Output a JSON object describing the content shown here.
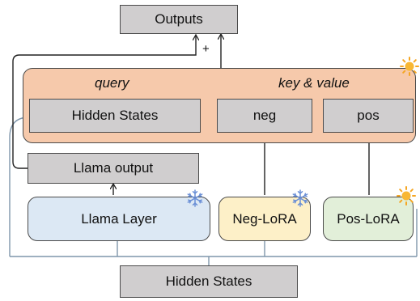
{
  "diagram": {
    "outputs_label": "Outputs",
    "plus_label": "+",
    "query_label": "query",
    "key_value_label": "key & value",
    "hidden_states_inner_label": "Hidden States",
    "neg_label": "neg",
    "pos_label": "pos",
    "llama_output_label": "Llama output",
    "llama_layer_label": "Llama Layer",
    "neg_lora_label": "Neg-LoRA",
    "pos_lora_label": "Pos-LoRA",
    "hidden_states_input_label": "Hidden States"
  },
  "colors": {
    "gray_box": "#d0cecf",
    "attention_panel": "#f6c9ab",
    "llama_layer": "#dce8f4",
    "neg_lora": "#fdf0c8",
    "pos_lora": "#e2efd9",
    "wire_blue": "#7f96ab",
    "wire_dark": "#222222",
    "sun": "#f5a623",
    "snowflake": "#6a8fd6"
  },
  "icons": {
    "trainable": "sun-icon",
    "frozen": "snowflake-icon"
  }
}
